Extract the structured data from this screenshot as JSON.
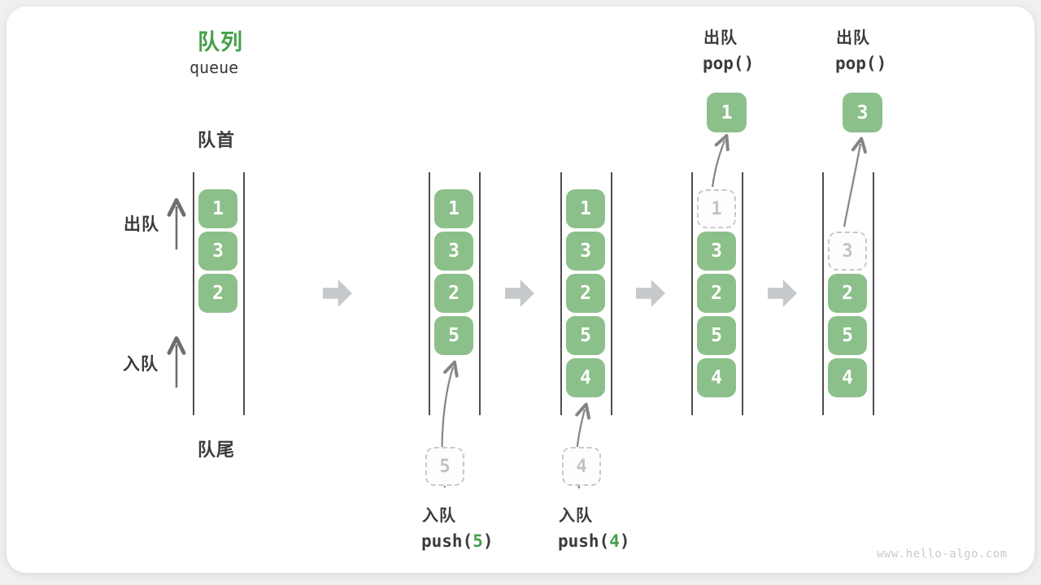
{
  "header": {
    "title_zh": "队列",
    "title_en": "queue"
  },
  "side_labels": {
    "front": "队首",
    "dequeue": "出队",
    "enqueue": "入队",
    "rear": "队尾"
  },
  "columns": [
    {
      "boxes": [
        "1",
        "3",
        "2"
      ]
    },
    {
      "boxes": [
        "1",
        "3",
        "2",
        "5"
      ]
    },
    {
      "boxes": [
        "1",
        "3",
        "2",
        "5",
        "4"
      ]
    },
    {
      "dashed": "1",
      "boxes": [
        "3",
        "2",
        "5",
        "4"
      ]
    },
    {
      "dashed": "3",
      "boxes": [
        "2",
        "5",
        "4"
      ]
    }
  ],
  "staging": {
    "push5_value": "5",
    "push4_value": "4"
  },
  "popped": {
    "first": "1",
    "second": "3"
  },
  "operations": {
    "push5": {
      "label": "入队",
      "code_pre": "push(",
      "code_arg": "5",
      "code_post": ")"
    },
    "push4": {
      "label": "入队",
      "code_pre": "push(",
      "code_arg": "4",
      "code_post": ")"
    },
    "pop1": {
      "label": "出队",
      "code": "pop()"
    },
    "pop2": {
      "label": "出队",
      "code": "pop()"
    }
  },
  "colors": {
    "box_green": "#8CC08A",
    "title_green": "#45A049",
    "text_dark": "#3B3B3B",
    "dashed_border": "#C9C9C9",
    "rail": "#4E4E4E",
    "block_arrow": "#C6C9CB",
    "curve_arrow": "#858585",
    "watermark": "#C9C9C9"
  },
  "watermark": "www.hello-algo.com"
}
